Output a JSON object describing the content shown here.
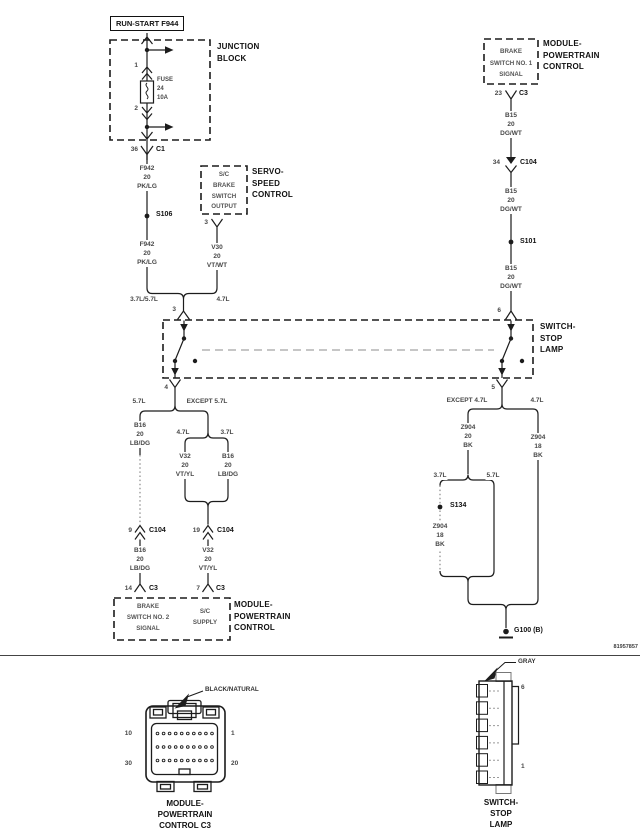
{
  "meta": {
    "sheet_id": "81957857"
  },
  "colors": {
    "wire_line": "#1a1a1a",
    "mechanical_link": "#b3b3b3",
    "background": "#ffffff"
  },
  "junction": {
    "run_start": "RUN-START F944",
    "label": "JUNCTION\nBLOCK",
    "pin1": "1",
    "fuse": "FUSE\n24\n10A",
    "pin2": "2",
    "pin36": "36",
    "c1": "C1"
  },
  "feed": {
    "wire1": "F942\n20\nPK/LG",
    "splice": "S106",
    "wire2": "F942\n20\nPK/LG",
    "eng_a": "3.7L/5.7L",
    "eng_b": "4.7L",
    "pin3": "3"
  },
  "servo": {
    "box": "S/C\nBRAKE\nSWITCH\nOUTPUT",
    "label": "SERVO-\nSPEED\nCONTROL",
    "pin": "3",
    "wire": "V30\n20\nVT/WT"
  },
  "pcm_top": {
    "box": "BRAKE\nSWITCH NO. 1\nSIGNAL",
    "label": "MODULE-\nPOWERTRAIN\nCONTROL",
    "pin23": "23",
    "c3": "C3",
    "wire_a": "B15\n20\nDG/WT",
    "pin34": "34",
    "c104": "C104",
    "wire_b": "B15\n20\nDG/WT",
    "splice": "S101",
    "wire_c": "B15\n20\nDG/WT",
    "pin6": "6"
  },
  "stoplamp": {
    "label": "SWITCH-\nSTOP\nLAMP",
    "pin4": "4",
    "pin5": "5"
  },
  "left_low": {
    "eng57": "5.7L",
    "engx57": "EXCEPT 5.7L",
    "wire57": "B16\n20\nLB/DG",
    "eng47": "4.7L",
    "eng37": "3.7L",
    "wire47": "V32\n20\nVT/YL",
    "wire37": "B16\n20\nLB/DG",
    "pin9": "9",
    "c104a": "C104",
    "pin19": "19",
    "c104b": "C104",
    "wireb16": "B16\n20\nLB/DG",
    "wirev32": "V32\n20\nVT/YL",
    "pin14": "14",
    "c3a": "C3",
    "pin7": "7",
    "c3b": "C3"
  },
  "pcm_low": {
    "box1": "BRAKE\nSWITCH NO. 2\nSIGNAL",
    "box2": "S/C\nSUPPLY",
    "label": "MODULE-\nPOWERTRAIN\nCONTROL"
  },
  "right_low": {
    "engx47": "EXCEPT 4.7L",
    "eng47": "4.7L",
    "wire20": "Z904\n20\nBK",
    "eng37": "3.7L",
    "eng57": "5.7L",
    "splice": "S134",
    "wire18a": "Z904\n18\nBK",
    "wire18b": "Z904\n18\nBK",
    "ground": "G100 (B)"
  },
  "conn_pcm": {
    "color": "BLACK/NATURAL",
    "p10": "10",
    "p1": "1",
    "p30": "30",
    "p20": "20",
    "caption": "MODULE-\nPOWERTRAIN\nCONTROL C3"
  },
  "conn_sw": {
    "color": "GRAY",
    "p6": "6",
    "p1": "1",
    "caption": "SWITCH-\nSTOP\nLAMP"
  }
}
